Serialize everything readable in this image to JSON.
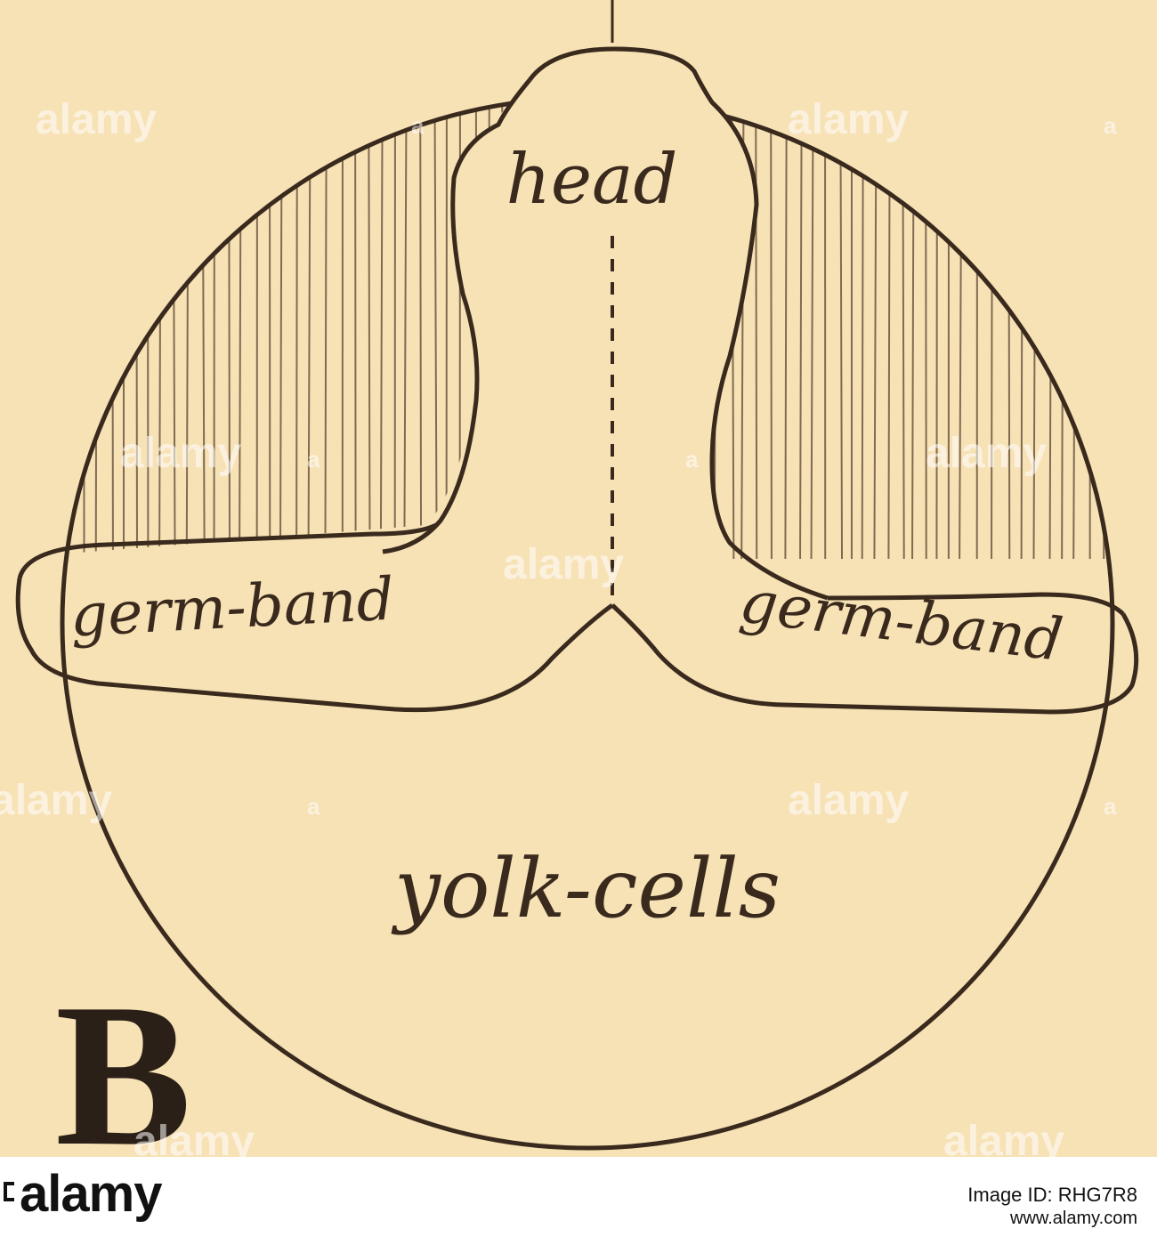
{
  "figure": {
    "plate_letter": "B",
    "labels": {
      "head": "head",
      "germ_band_left": "germ-band",
      "germ_band_right": "germ-band",
      "yolk": "yolk-cells"
    }
  },
  "watermark": {
    "text": "alamy",
    "small_mark": "a"
  },
  "footer": {
    "logo": "alamy",
    "image_id": "Image ID: RHG7R8",
    "url": "www.alamy.com"
  },
  "colors": {
    "paper": "#f7e2b6",
    "ink": "#3a2a1d"
  }
}
